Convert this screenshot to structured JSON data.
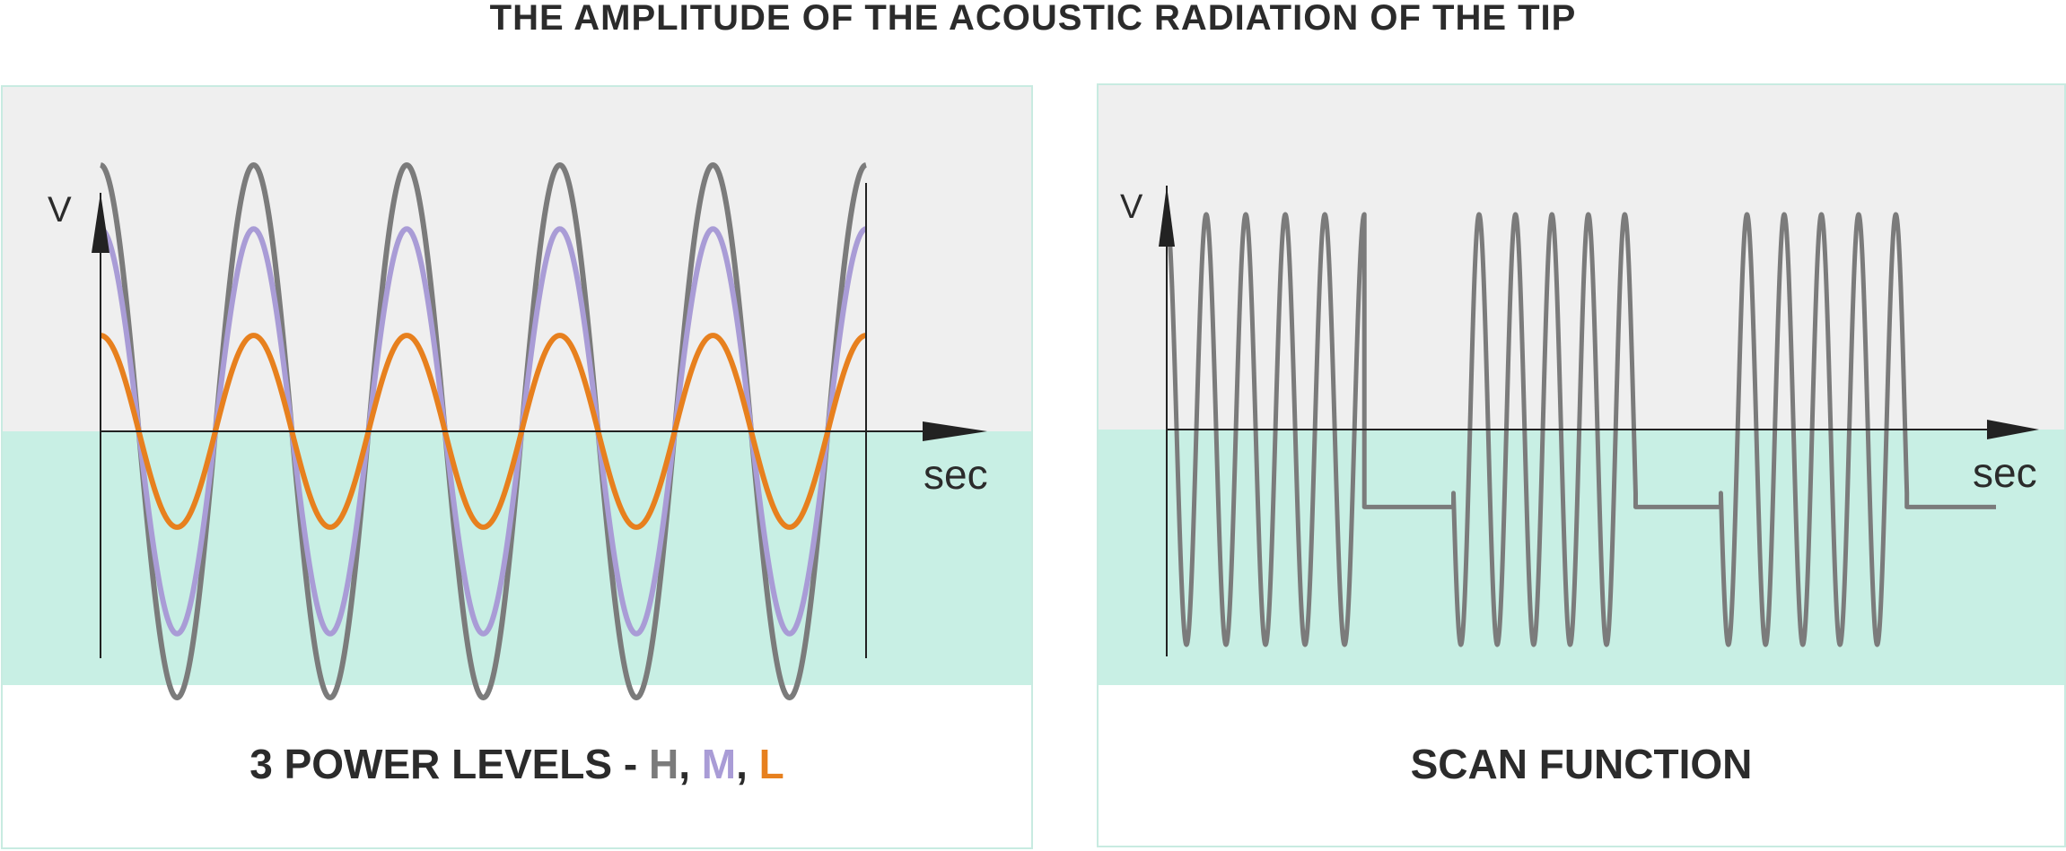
{
  "title": "THE AMPLITUDE OF THE ACOUSTIC RADIATION OF THE TIP",
  "colors": {
    "upper_band": "#efefef",
    "lower_band": "#c8efe4",
    "panel_border": "#c8ebe1",
    "axis": "#222222",
    "H": "#7b7b7b",
    "M": "#a99cd6",
    "L": "#e7801e",
    "scan": "#7b7b7b"
  },
  "left_panel": {
    "caption_prefix": "3 POWER LEVELS - ",
    "caption_h": "H",
    "caption_sep1": ", ",
    "caption_m": "M",
    "caption_sep2": ", ",
    "caption_l": "L",
    "y_label": "V",
    "x_label": "sec"
  },
  "right_panel": {
    "caption": "SCAN FUNCTION",
    "y_label": "V",
    "x_label": "sec"
  },
  "chart_data": [
    {
      "type": "line",
      "title": "3 POWER LEVELS - H, M, L",
      "xlabel": "sec",
      "ylabel": "V",
      "xlim": [
        0,
        5
      ],
      "ylim": [
        -1.05,
        1.05
      ],
      "cycles": 5,
      "series": [
        {
          "name": "H",
          "amplitude": 1.0,
          "color": "#7b7b7b"
        },
        {
          "name": "M",
          "amplitude": 0.76,
          "color": "#a99cd6"
        },
        {
          "name": "L",
          "amplitude": 0.36,
          "color": "#e7801e"
        }
      ]
    },
    {
      "type": "line",
      "title": "SCAN FUNCTION",
      "xlabel": "sec",
      "ylabel": "V",
      "amplitude": 1.0,
      "rest_level": -0.36,
      "bursts": [
        {
          "start": 0.0,
          "end": 5.1,
          "cycles": 5
        },
        {
          "start": 7.4,
          "end": 12.1,
          "cycles": 5
        },
        {
          "start": 14.3,
          "end": 19.1,
          "cycles": 5
        }
      ],
      "rest_segments": [
        [
          5.1,
          7.4
        ],
        [
          12.1,
          14.3
        ],
        [
          19.1,
          21.4
        ]
      ],
      "xlim": [
        0,
        21.4
      ],
      "ylim": [
        -1.05,
        1.05
      ]
    }
  ]
}
